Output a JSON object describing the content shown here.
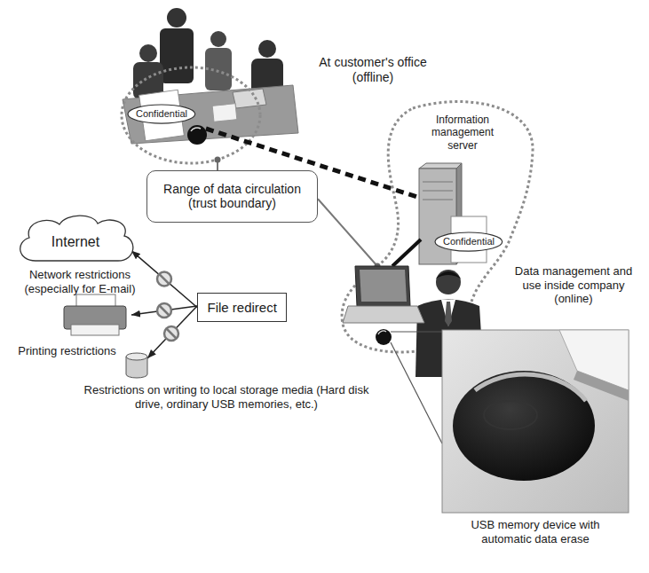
{
  "diagram": {
    "nodes": [
      {
        "text": [
          "Confidential"
        ]
      },
      {
        "text": [
          "Range of data circulation (trust boundary)"
        ]
      },
      {
        "text": [
          "Confidential"
        ]
      },
      {
        "text": [
          "Internet"
        ]
      },
      {
        "text": [
          "File redirect"
        ]
      }
    ],
    "edges": [
      {
        "from": 4,
        "to": 3,
        "arrow": "to"
      }
    ],
    "labels": [
      "At customer's office (offline)",
      "Information management server",
      "Data management and use inside company (online)",
      "Network restrictions (especially for E-mail)",
      "Printing restrictions",
      "Restrictions on writing to local storage media (Hard disk drive, ordinary USB memories, etc.)",
      "USB memory device with automatic data erase"
    ]
  }
}
